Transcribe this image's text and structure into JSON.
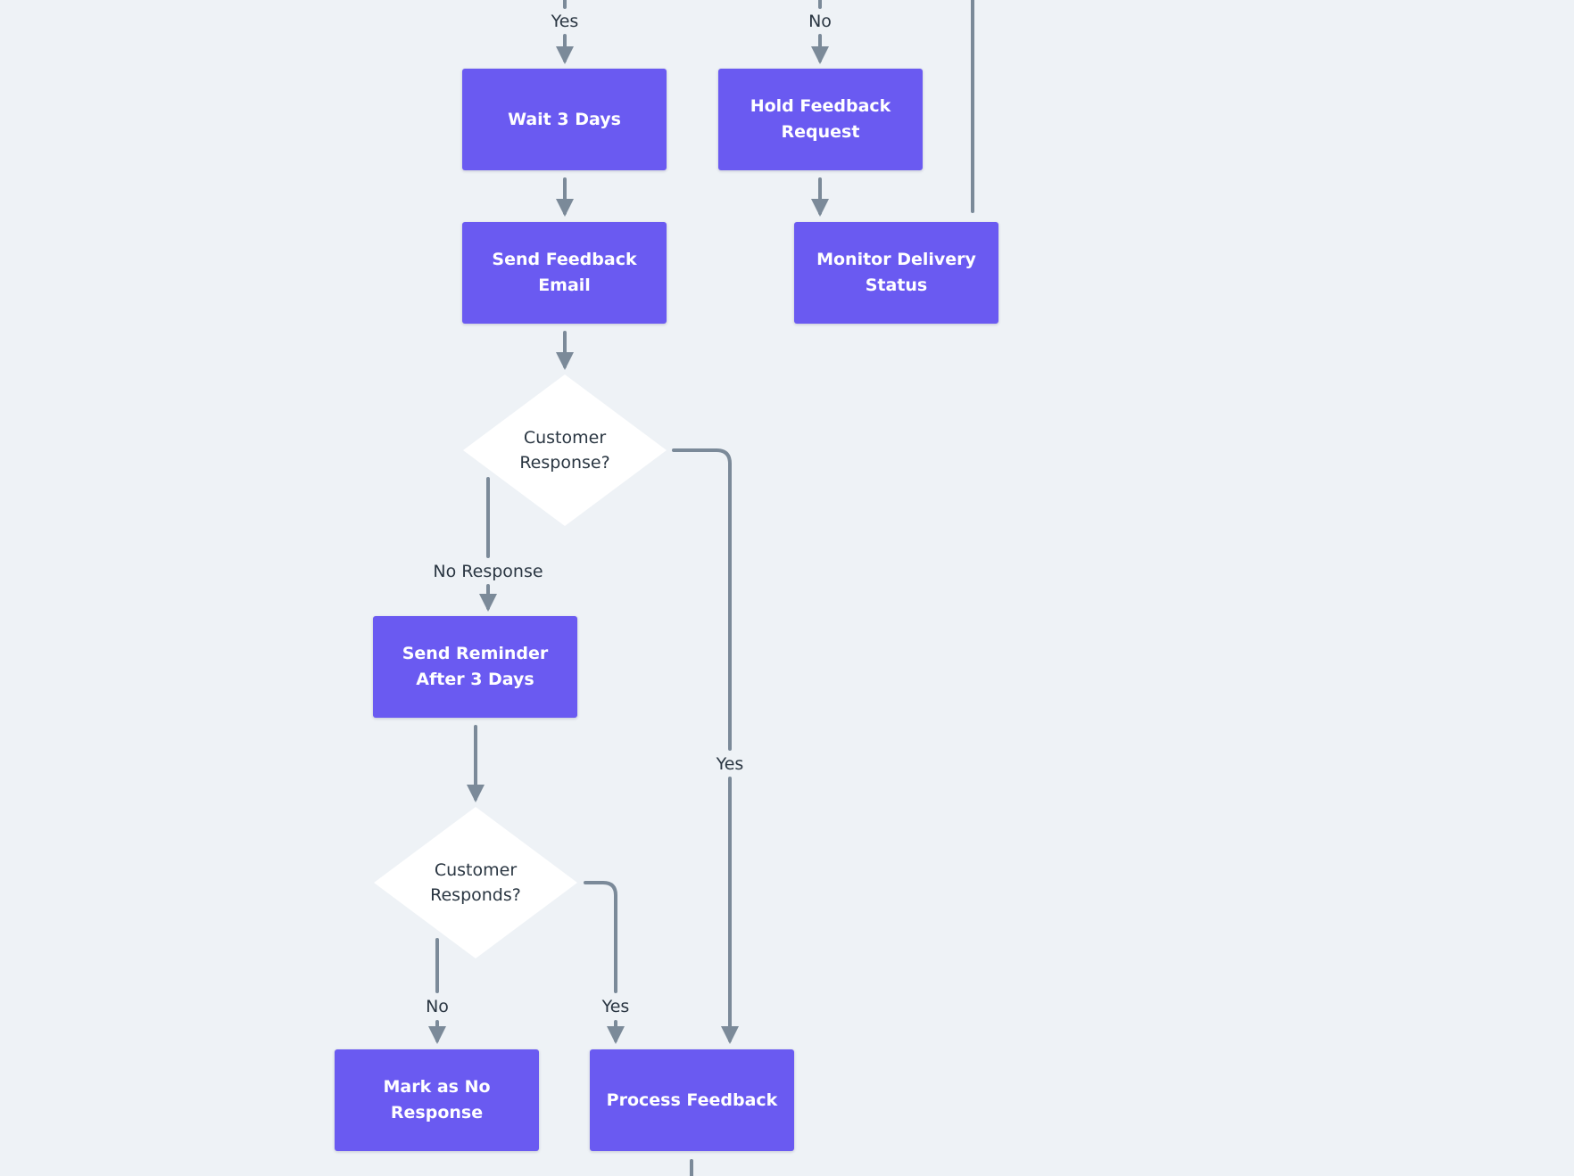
{
  "colors": {
    "background": "#eef2f6",
    "process_fill": "#6a5af1",
    "process_text": "#ffffff",
    "decision_fill": "#ffffff",
    "decision_text": "#2a3642",
    "edge": "#7b8a99",
    "label_text": "#2a3642"
  },
  "nodes": {
    "wait_3_days": "Wait 3 Days",
    "hold_feedback_request": "Hold Feedback Request",
    "send_feedback_email": "Send Feedback Email",
    "monitor_delivery_status": "Monitor Delivery Status",
    "customer_response": "Customer Response?",
    "send_reminder": "Send Reminder After 3 Days",
    "customer_responds": "Customer Responds?",
    "mark_no_response": "Mark as No Response",
    "process_feedback": "Process Feedback"
  },
  "edge_labels": {
    "top_yes": "Yes",
    "top_no": "No",
    "no_response": "No Response",
    "response_yes": "Yes",
    "responds_no": "No",
    "responds_yes": "Yes"
  }
}
